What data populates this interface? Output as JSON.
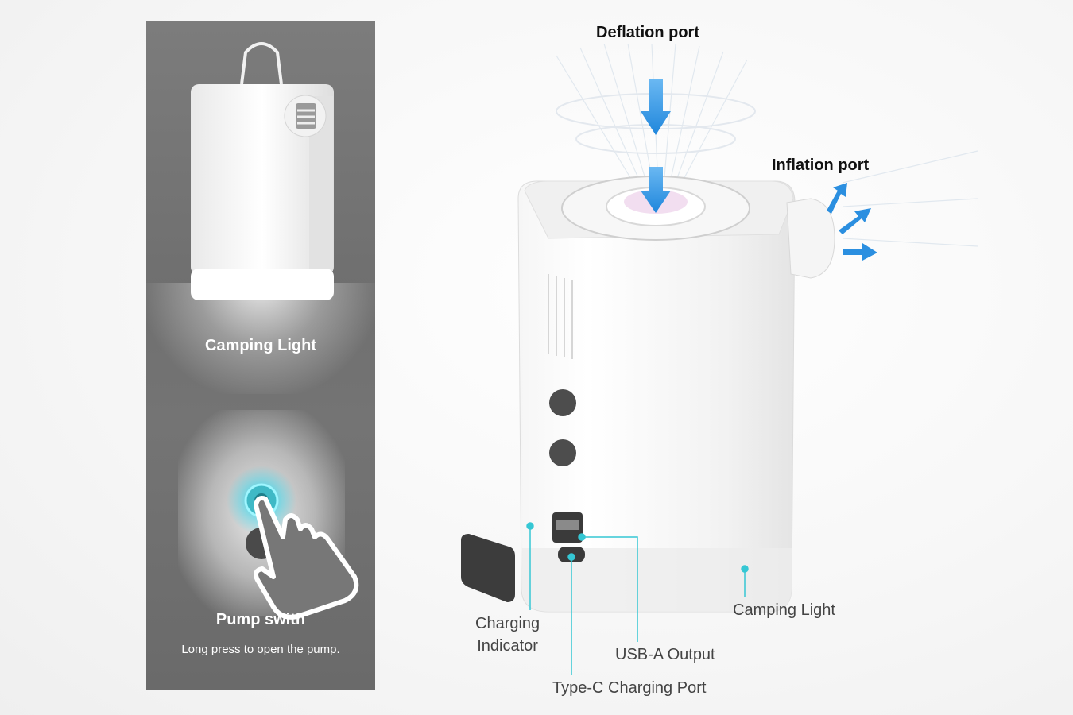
{
  "left_panel": {
    "camping_light_title": "Camping Light",
    "pump_switch_title": "Pump swith",
    "pump_switch_caption": "Long press to open the pump."
  },
  "callouts": {
    "deflation_port": "Deflation port",
    "inflation_port": "Inflation port",
    "charging_indicator_line1": "Charging",
    "charging_indicator_line2": "Indicator",
    "usb_a_output": "USB-A Output",
    "type_c_charging_port": "Type-C Charging Port",
    "camping_light": "Camping Light"
  },
  "colors": {
    "panel_gray": "#747474",
    "callout_line": "#35c7d4",
    "arrow_blue": "#2b8fe0",
    "device_white": "#f4f4f4"
  }
}
